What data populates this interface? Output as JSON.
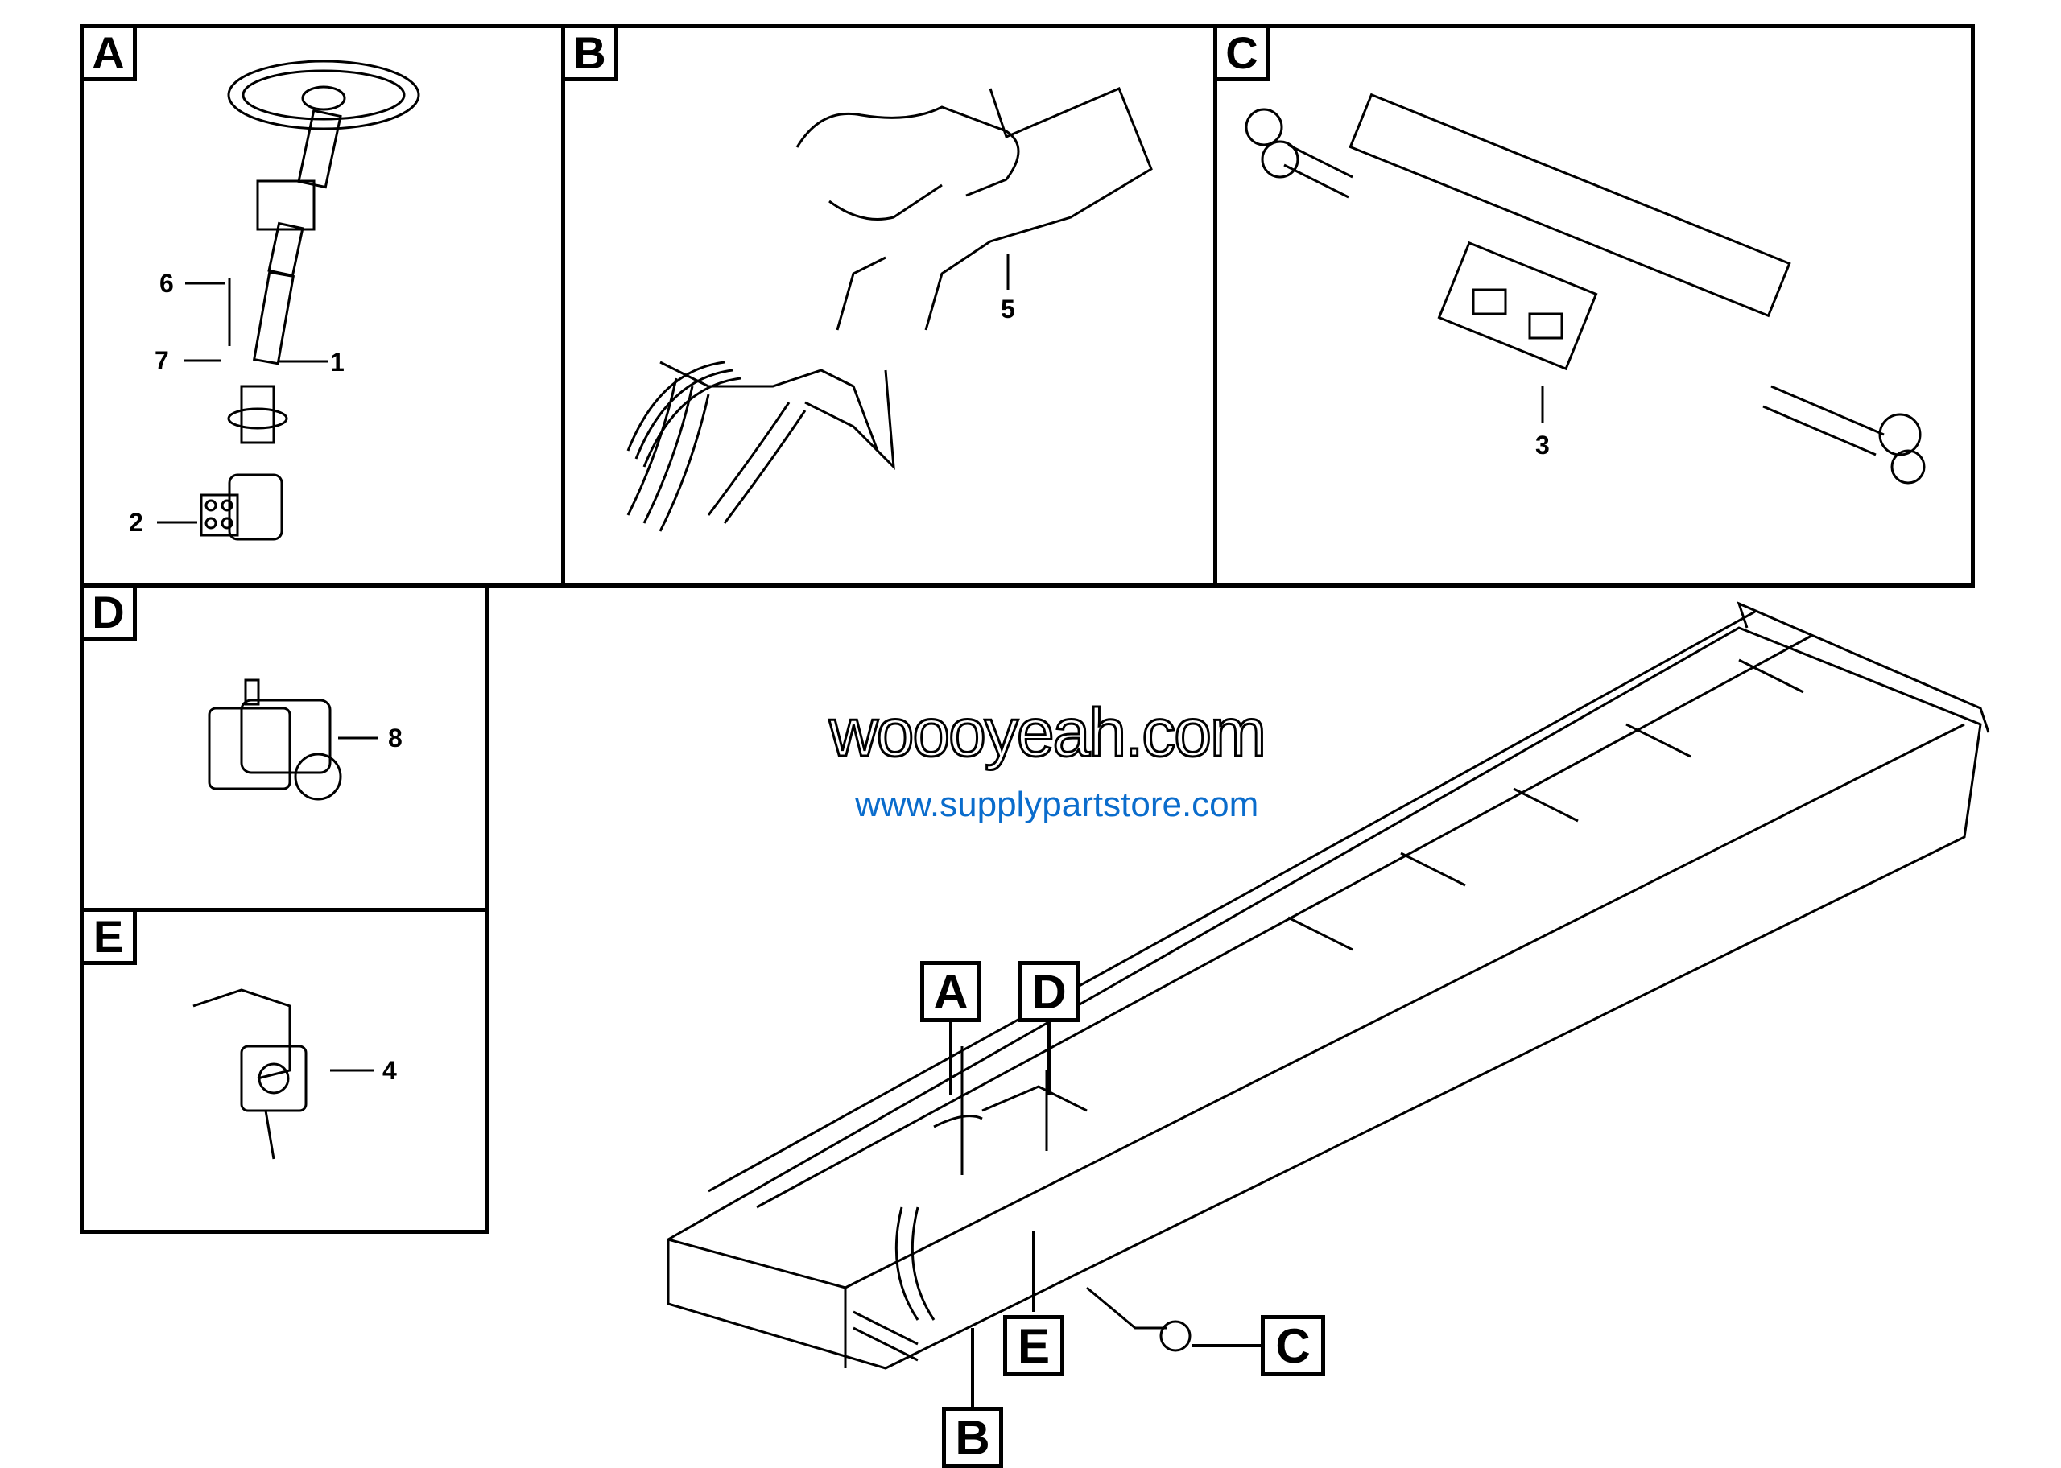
{
  "panels": [
    {
      "label": "A",
      "callouts": [
        "6",
        "7",
        "1",
        "2"
      ]
    },
    {
      "label": "B",
      "callouts": [
        "5"
      ]
    },
    {
      "label": "C",
      "callouts": [
        "3"
      ]
    },
    {
      "label": "D",
      "callouts": [
        "8"
      ]
    },
    {
      "label": "E",
      "callouts": [
        "4"
      ]
    }
  ],
  "overview_labels": {
    "a": "A",
    "d": "D",
    "e": "E",
    "c": "C",
    "b": "B"
  },
  "watermarks": {
    "outline": "woooyeah.com",
    "blue": "www.supplypartstore.com"
  },
  "colors": {
    "watermark_blue": "#0a6ccc"
  }
}
